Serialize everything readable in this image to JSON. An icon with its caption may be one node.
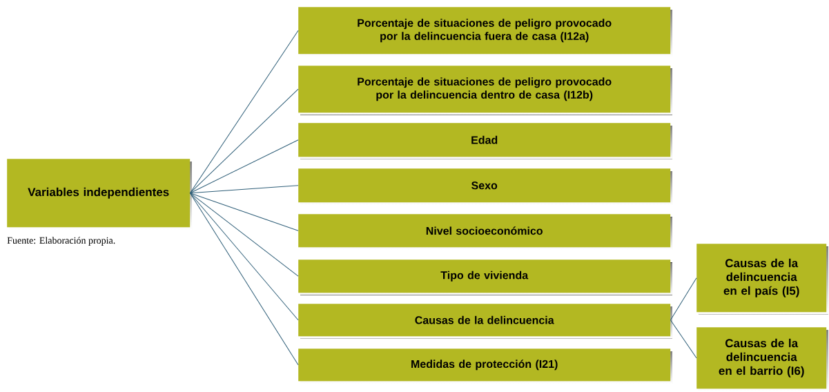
{
  "diagram": {
    "caption": "Fuente: Elaboración propia.",
    "nodes": [
      {
        "text": [
          "Variables independientes"
        ]
      },
      {
        "text": [
          "Porcentaje de situaciones de peligro provocado por la delincuencia fuera de casa (I12a)"
        ]
      },
      {
        "text": [
          "Porcentaje de situaciones de peligro provocado por la delincuencia dentro de casa (I12b)"
        ]
      },
      {
        "text": [
          "Edad"
        ]
      },
      {
        "text": [
          "Sexo"
        ]
      },
      {
        "text": [
          "Nivel socioeconómico"
        ]
      },
      {
        "text": [
          "Tipo de vivienda"
        ]
      },
      {
        "text": [
          "Causas de la delincuencia"
        ]
      },
      {
        "text": [
          "Medidas de protección (I21)"
        ]
      },
      {
        "text": [
          "Causas de la delincuencia en el país (I5)"
        ]
      },
      {
        "text": [
          "Causas de la delincuencia en el barrio (I6)"
        ]
      }
    ],
    "edges": [
      {
        "from": 0,
        "to": 1,
        "arrow": "none"
      },
      {
        "from": 0,
        "to": 2,
        "arrow": "none"
      },
      {
        "from": 0,
        "to": 3,
        "arrow": "none"
      },
      {
        "from": 0,
        "to": 4,
        "arrow": "none"
      },
      {
        "from": 0,
        "to": 5,
        "arrow": "none"
      },
      {
        "from": 0,
        "to": 6,
        "arrow": "none"
      },
      {
        "from": 0,
        "to": 7,
        "arrow": "none"
      },
      {
        "from": 0,
        "to": 8,
        "arrow": "none"
      },
      {
        "from": 7,
        "to": 9,
        "arrow": "none"
      },
      {
        "from": 7,
        "to": 10,
        "arrow": "none"
      }
    ]
  }
}
